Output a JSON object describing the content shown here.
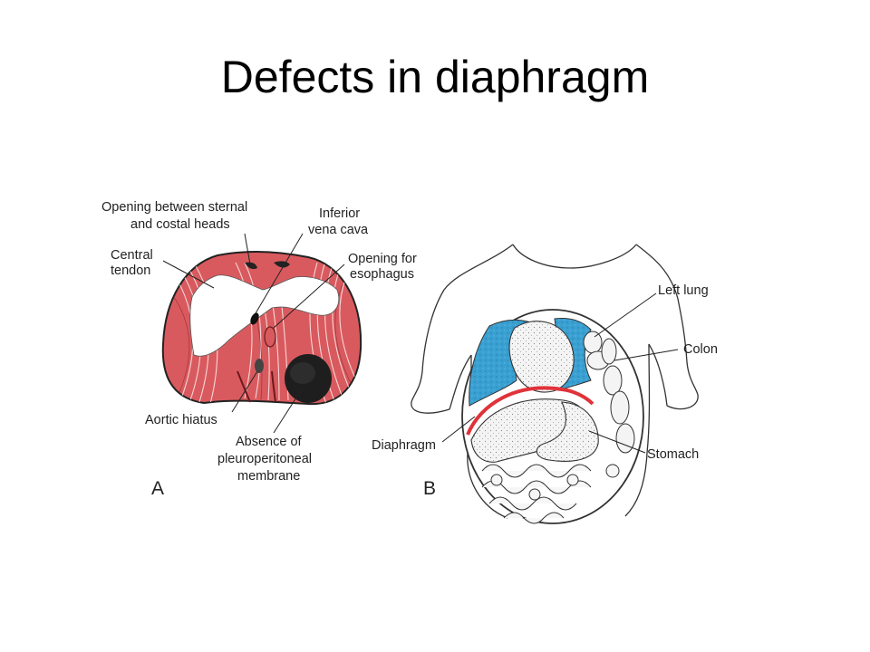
{
  "slide": {
    "title": "Defects in diaphragm"
  },
  "panel_a": {
    "letter": "A",
    "labels": {
      "sternal_costal_1": "Opening between sternal",
      "sternal_costal_2": "and costal heads",
      "ivc_1": "Inferior",
      "ivc_2": "vena cava",
      "central_tendon_1": "Central",
      "central_tendon_2": "tendon",
      "esophagus_1": "Opening for",
      "esophagus_2": "esophagus",
      "aortic_hiatus": "Aortic hiatus",
      "absence_1": "Absence of",
      "absence_2": "pleuroperitoneal",
      "absence_3": "membrane"
    }
  },
  "panel_b": {
    "letter": "B",
    "labels": {
      "left_lung": "Left lung",
      "colon": "Colon",
      "diaphragm": "Diaphragm",
      "stomach": "Stomach"
    }
  },
  "colors": {
    "muscle": "#d95a5e",
    "lung": "#3aa0d2",
    "diaphragm_line": "#e0323a",
    "ink": "#222222"
  }
}
